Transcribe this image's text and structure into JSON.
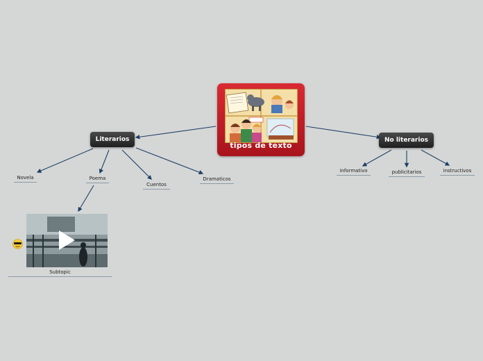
{
  "central": {
    "title": "tipos de texto",
    "image_icon": "children-reading-illustration"
  },
  "left_branch": {
    "label": "Literarios",
    "children": [
      "Novela",
      "Poema",
      "Cuentos",
      "Dramaticos"
    ]
  },
  "right_branch": {
    "label": "No literarios",
    "children": [
      "informativo",
      "publicitarios",
      "instructivos"
    ]
  },
  "media": {
    "caption": "Subtopic",
    "video_icon": "play-icon",
    "emoji_icon": "cool-face-emoji-icon"
  },
  "colors": {
    "background": "#d5d7d6",
    "central_fill": "#c41f27",
    "main_node_fill": "#2e2e2e",
    "connector": "#1f3f66",
    "underline": "#8a9aa8"
  }
}
